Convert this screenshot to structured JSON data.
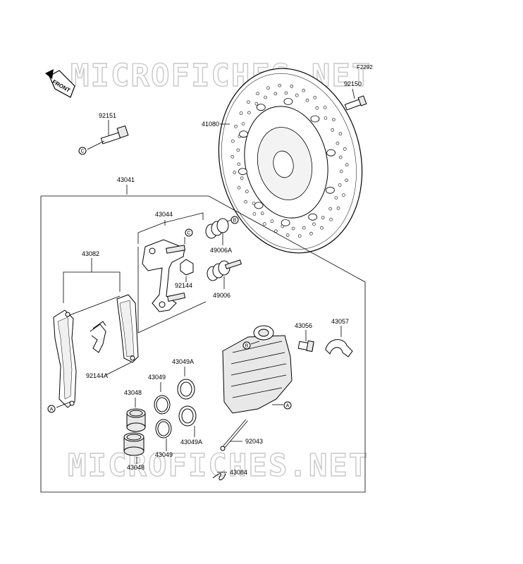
{
  "figure_code": "F2292",
  "watermark": {
    "top": "MICROFICHES.NET",
    "bottom": "MICROFICHES.NET"
  },
  "front_badge": "FRONT",
  "parts": {
    "p92150": "92150",
    "p41080": "41080",
    "p92151": "92151",
    "p43041": "43041",
    "p43044": "43044",
    "p43082": "43082",
    "p49006A": "49006A",
    "p92144": "92144",
    "p49006": "49006",
    "p43056": "43056",
    "p43057": "43057",
    "p92144A": "92144A",
    "p43049A_top": "43049A",
    "p43049_top": "43049",
    "p43048_top": "43048",
    "p43049A_bot": "43049A",
    "p92043": "92043",
    "p43049_bot": "43049",
    "p43048_bot": "43048",
    "p43084": "43084"
  },
  "refs": {
    "a": "A",
    "b": "B",
    "c": "C"
  }
}
